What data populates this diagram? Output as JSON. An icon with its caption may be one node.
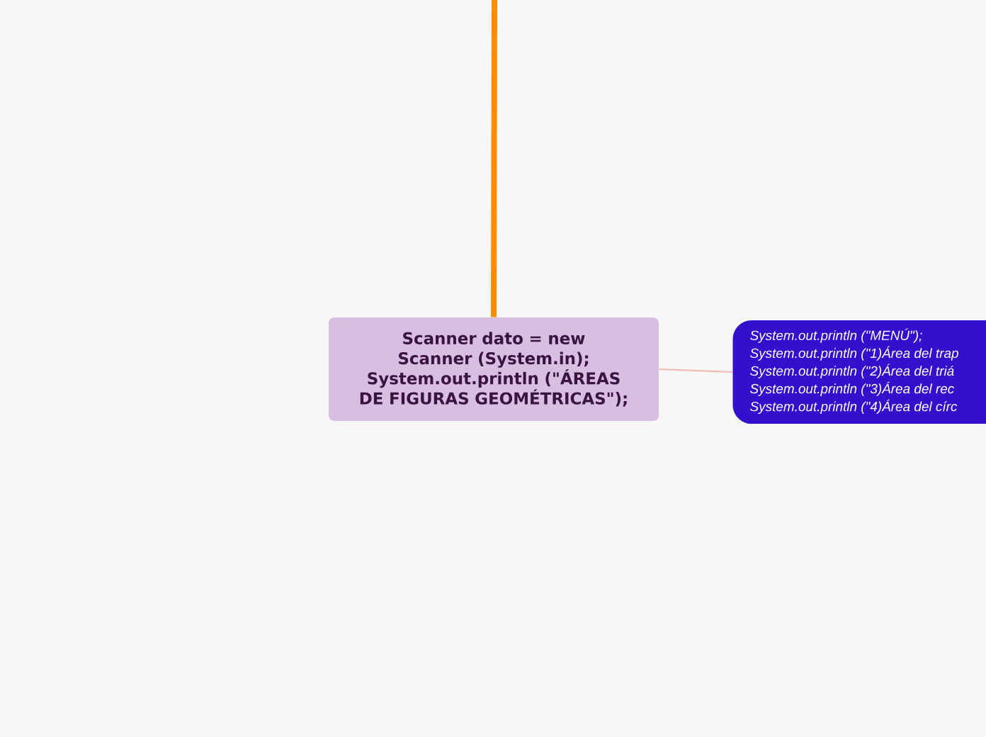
{
  "diagram": {
    "nodes": [
      {
        "text": [
          "Scanner dato = new Scanner (System.in); System.out.println (\"ÁREAS DE FIGURAS GEOMÉTRICAS\");"
        ]
      },
      {
        "text": [
          "System.out.println (\"MENÚ\");",
          "System.out.println (\"1)Área del trap",
          "System.out.println (\"2)Área del triá",
          "System.out.println (\"3)Área del rec",
          "System.out.println (\"4)Área del círc"
        ]
      }
    ],
    "edges": [
      {
        "from": null,
        "to": 0,
        "arrow": "none",
        "style": "thick",
        "color": "#ff8c00"
      },
      {
        "from": 0,
        "to": 1,
        "arrow": "none",
        "color": "#f4b8b0"
      }
    ]
  }
}
